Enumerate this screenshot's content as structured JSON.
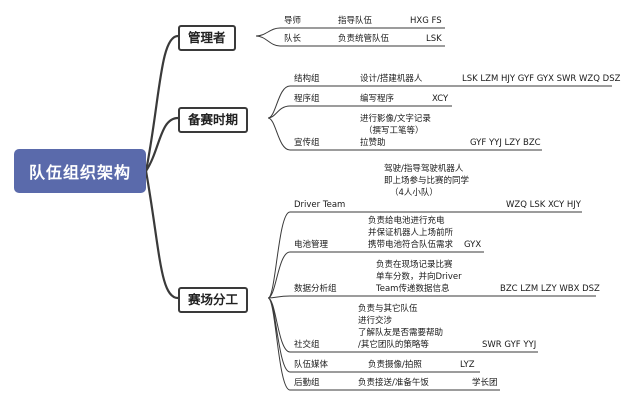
{
  "root": {
    "label": "队伍组织架构"
  },
  "main_nodes": [
    {
      "label": "管理者"
    },
    {
      "label": "备赛时期"
    },
    {
      "label": "赛场分工"
    }
  ],
  "managers": [
    {
      "role": "导师",
      "desc": "指导队伍",
      "members": "HXG FS"
    },
    {
      "role": "队长",
      "desc": "负责统管队伍",
      "members": "LSK"
    }
  ],
  "prep": [
    {
      "role": "结构组",
      "desc": "设计/搭建机器人",
      "members": "LSK LZM HJY GYF GYX SWR WZQ DSZ"
    },
    {
      "role": "程序组",
      "desc": "编写程序",
      "members": "XCY"
    },
    {
      "role": "宣传组",
      "desc_lines": [
        "进行影像/文字记录",
        "（撰写工笔等）",
        "拉赞助"
      ],
      "members": "GYF YYJ LZY BZC"
    }
  ],
  "field": [
    {
      "role": "Driver Team",
      "desc_lines": [
        "驾驶/指导驾驶机器人",
        "即上场参与比赛的同学",
        "（4人小队）"
      ],
      "members": "WZQ LSK XCY HJY"
    },
    {
      "role": "电池管理",
      "desc_lines": [
        "负责给电池进行充电",
        "并保证机器人上场前所",
        "携带电池符合队伍需求"
      ],
      "members": "GYX"
    },
    {
      "role": "数据分析组",
      "desc_lines": [
        "负责在现场记录比赛",
        "单车分数，并向Driver",
        "Team传递数据信息"
      ],
      "members": "BZC LZM LZY WBX DSZ"
    },
    {
      "role": "社交组",
      "desc_lines": [
        "负责与其它队伍",
        "进行交涉",
        "了解队友是否需要帮助",
        "/其它团队的策略等"
      ],
      "members": "SWR GYF YYJ"
    },
    {
      "role": "队伍媒体",
      "desc": "负责摄像/拍照",
      "members": "LYZ"
    },
    {
      "role": "后勤组",
      "desc": "负责接送/准备午饭",
      "members": "学长团"
    }
  ]
}
